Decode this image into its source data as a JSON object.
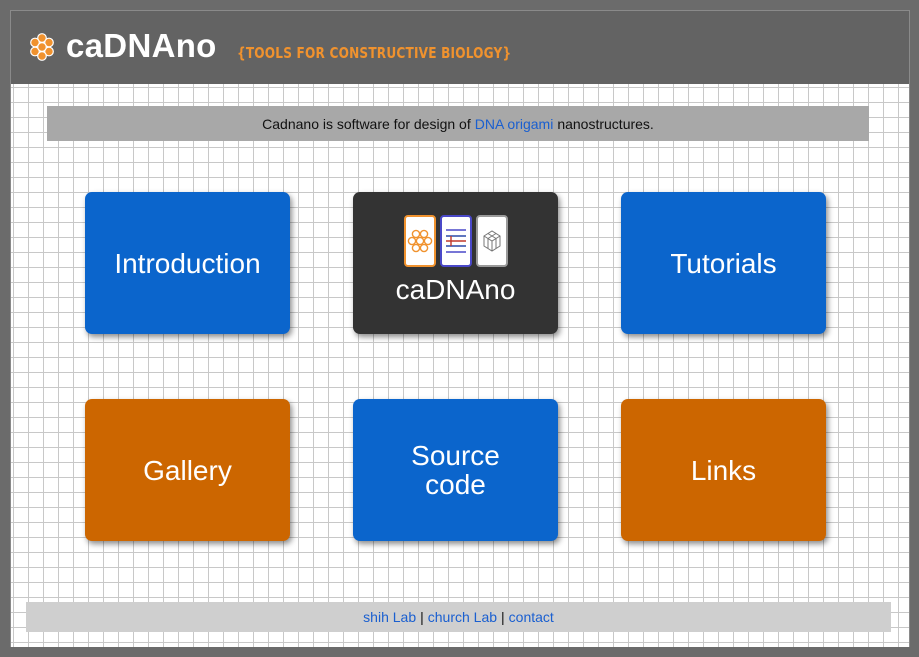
{
  "header": {
    "site_name": "caDNAno",
    "tagline": "{TOOLS FOR CONSTRUCTIVE BIOLOGY}"
  },
  "intro": {
    "text_before": "Cadnano is software for design of",
    "link_text": "DNA origami",
    "text_after": "nanostructures."
  },
  "tiles": [
    {
      "label": "Introduction",
      "color": "#0b65cc"
    },
    {
      "label": "caDNAno",
      "color": "#333333",
      "icons": [
        "honeycomb-lattice-icon",
        "path-editor-icon",
        "3d-render-icon"
      ]
    },
    {
      "label": "Tutorials",
      "color": "#0b65cc"
    },
    {
      "label": "Gallery",
      "color": "#cc6600"
    },
    {
      "label_line1": "Source",
      "label_line2": "code",
      "color": "#0b65cc"
    },
    {
      "label": "Links",
      "color": "#cc6600"
    }
  ],
  "footer": {
    "link1": "shih Lab",
    "link2": "church Lab",
    "link3": "contact",
    "separator": "|"
  },
  "colors": {
    "accent_orange": "#f0922e",
    "link_blue": "#1a5fd0"
  }
}
